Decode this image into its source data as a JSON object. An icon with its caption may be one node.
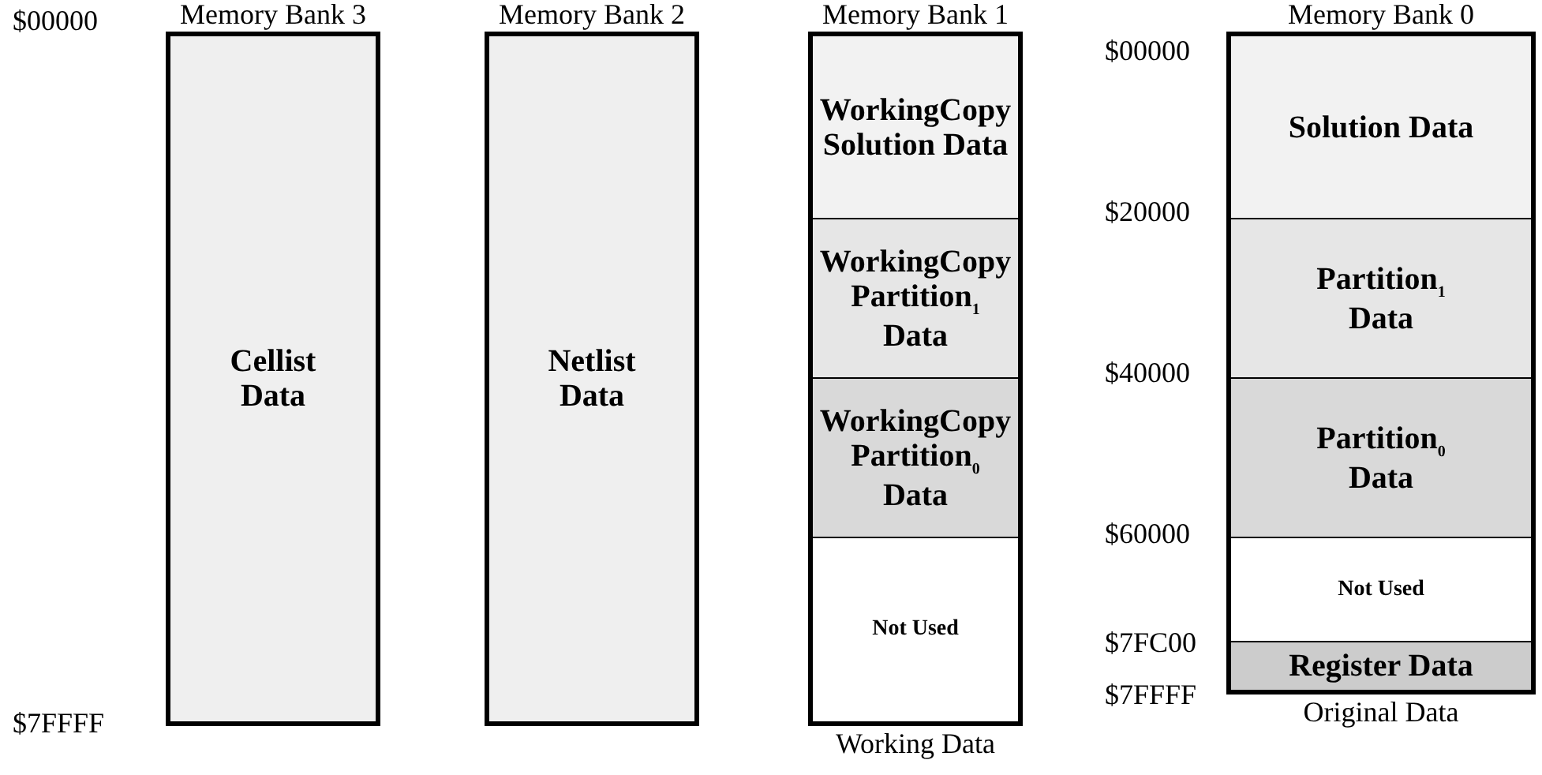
{
  "diagram": {
    "nodes": [
      {
        "text": [
          "Memory Bank 3",
          "Cellist Data"
        ]
      },
      {
        "text": [
          "Memory Bank 2",
          "Netlist Data"
        ]
      },
      {
        "text": [
          "Memory Bank 1"
        ],
        "beside": [
          "Working Data"
        ]
      },
      {
        "text": [
          "WorkingCopy Solution Data"
        ],
        "in": 2
      },
      {
        "text": [
          "WorkingCopy Partition$_{1}$ Data"
        ],
        "in": 2
      },
      {
        "text": [
          "WorkingCopy Partition$_{0}$ Data"
        ],
        "in": 2
      },
      {
        "text": [
          "Not Used"
        ],
        "in": 2
      },
      {
        "text": [
          "Memory Bank 0"
        ],
        "beside": [
          "Original Data"
        ]
      },
      {
        "text": [
          "Solution Data"
        ],
        "in": 7
      },
      {
        "text": [
          "Partition$_{1}$ Data"
        ],
        "in": 7
      },
      {
        "text": [
          "Partition$_{0}$ Data"
        ],
        "in": 7
      },
      {
        "text": [
          "Not Used"
        ],
        "in": 7
      },
      {
        "text": [
          "Register Data"
        ],
        "in": 7
      }
    ],
    "labels": [
      "$00000",
      "$7FFFF",
      "$00000",
      "$20000",
      "$40000",
      "$60000",
      "$7FC00",
      "$7FFFF"
    ]
  }
}
